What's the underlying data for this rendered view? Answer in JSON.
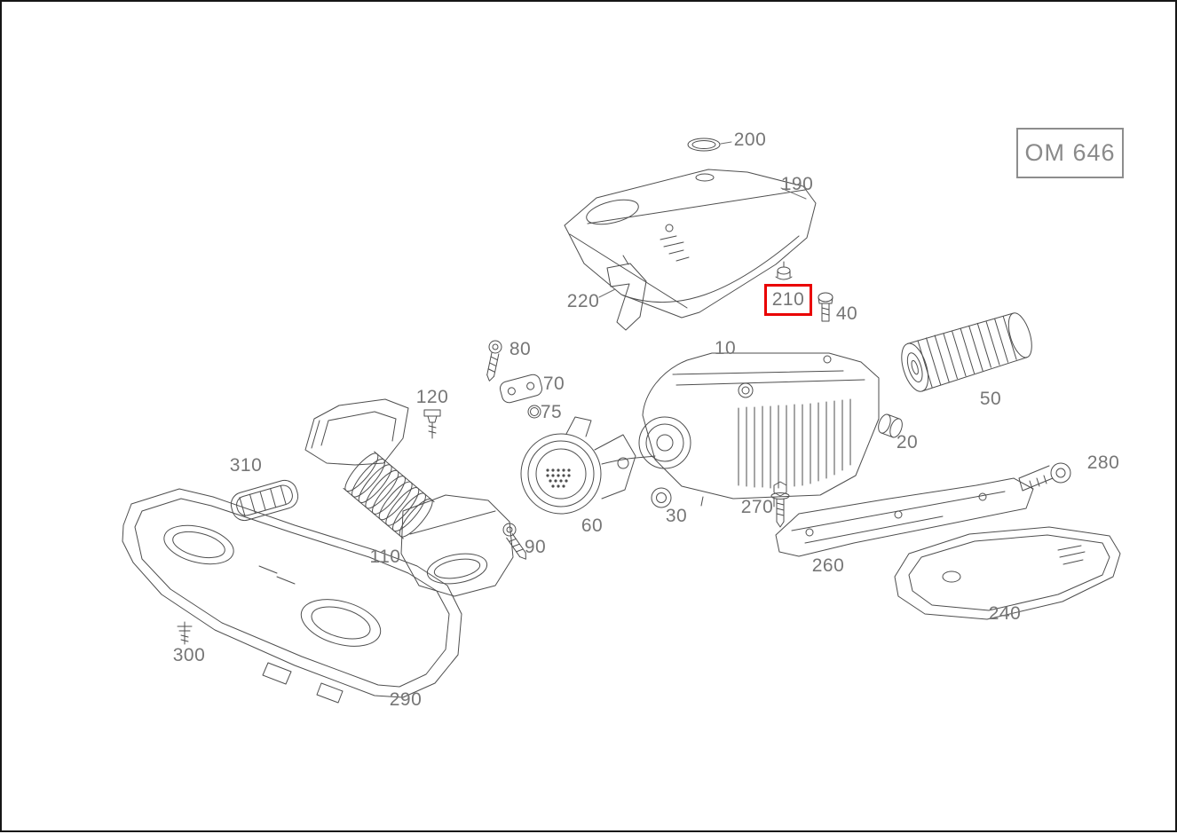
{
  "page": {
    "background": "#ffffff",
    "border_color": "#161616"
  },
  "title_box": {
    "label": "OM 646",
    "text_color": "#8a8a8a"
  },
  "highlight": {
    "part": "210",
    "color": "#e90000"
  },
  "callout_text_color": "#767676",
  "callouts": [
    {
      "label": "200"
    },
    {
      "label": "190"
    },
    {
      "label": "220"
    },
    {
      "label": "210"
    },
    {
      "label": "40"
    },
    {
      "label": "10"
    },
    {
      "label": "80"
    },
    {
      "label": "70"
    },
    {
      "label": "75"
    },
    {
      "label": "120"
    },
    {
      "label": "50"
    },
    {
      "label": "20"
    },
    {
      "label": "310"
    },
    {
      "label": "280"
    },
    {
      "label": "30"
    },
    {
      "label": "270"
    },
    {
      "label": "60"
    },
    {
      "label": "90"
    },
    {
      "label": "110"
    },
    {
      "label": "260"
    },
    {
      "label": "240"
    },
    {
      "label": "300"
    },
    {
      "label": "290"
    }
  ]
}
